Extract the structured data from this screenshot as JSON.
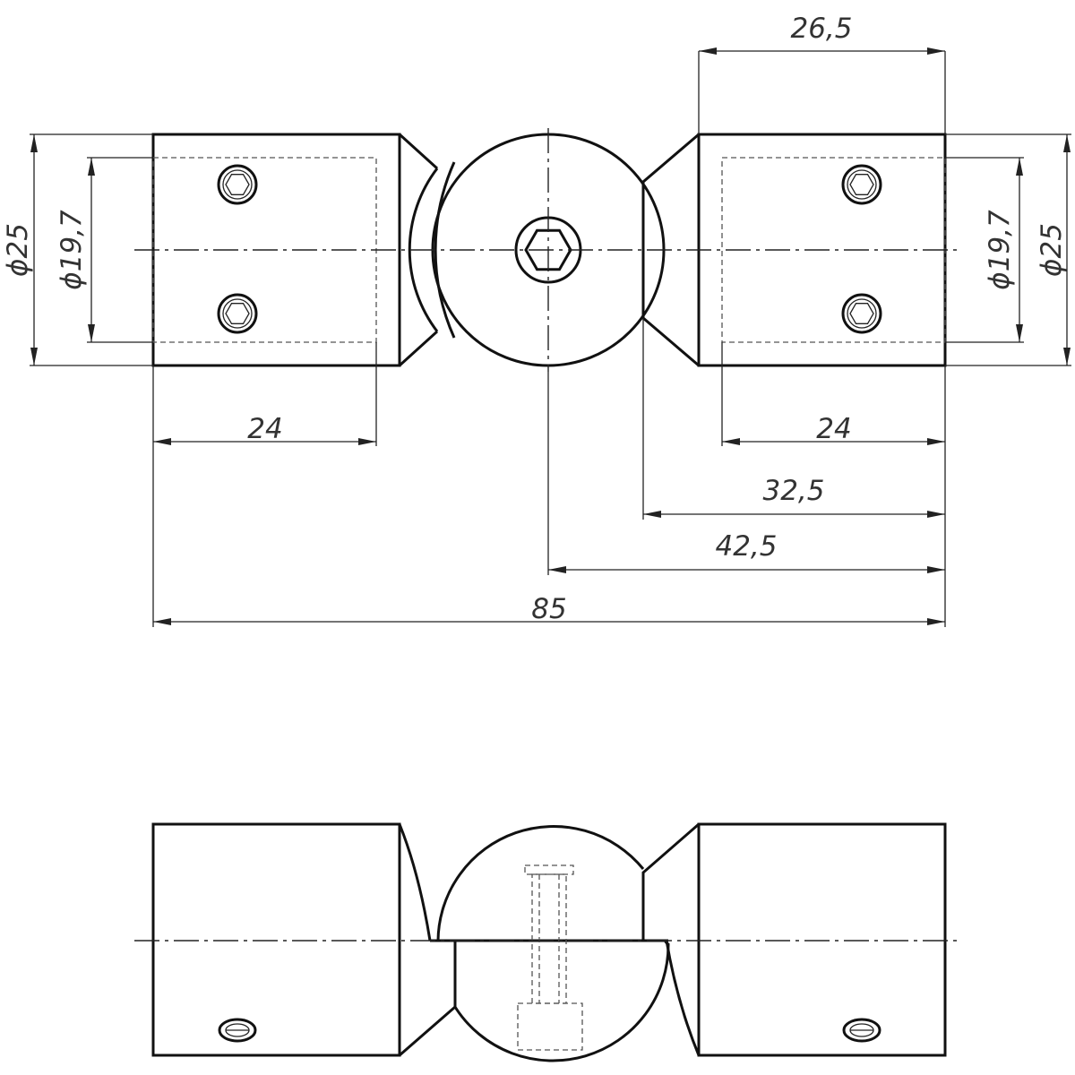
{
  "drawing": {
    "dimensions": {
      "top_right_width": "26,5",
      "dia_outer_left": "ϕ25",
      "dia_inner_left": "ϕ19,7",
      "dia_inner_right": "ϕ19,7",
      "dia_outer_right": "ϕ25",
      "left_depth": "24",
      "right_depth": "24",
      "joint_to_end": "32,5",
      "center_to_end": "42,5",
      "overall_length": "85"
    },
    "colors": {
      "line": "#111111",
      "thin_line": "#222222",
      "hidden_line": "#555555",
      "text": "#333333"
    }
  }
}
